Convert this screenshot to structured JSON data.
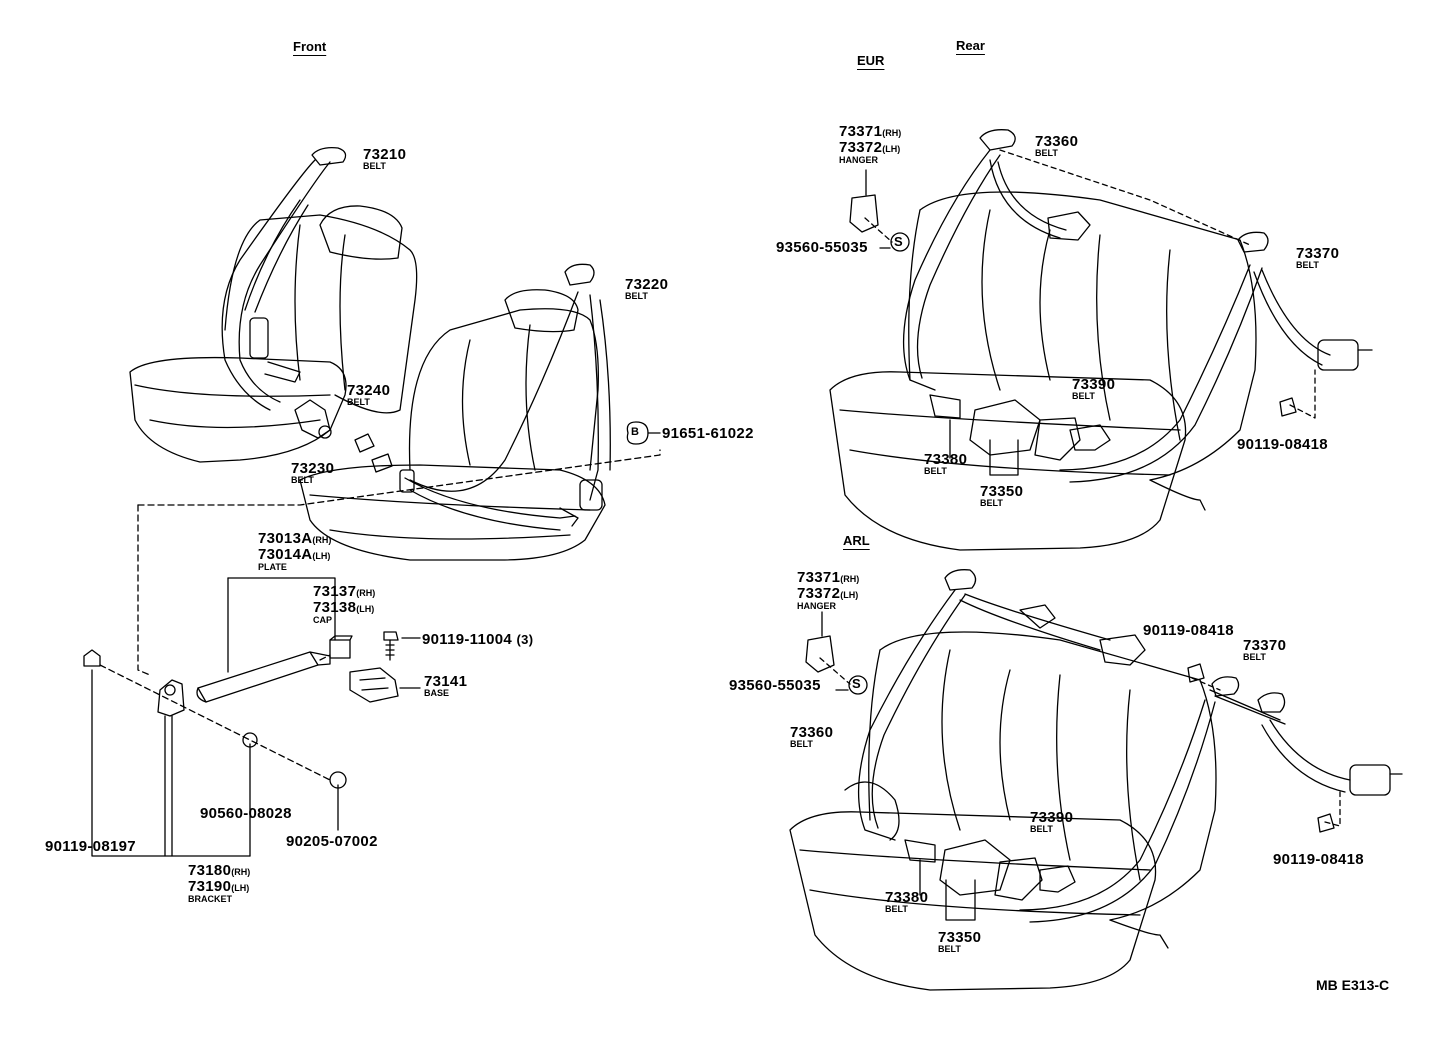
{
  "headers": {
    "front": "Front",
    "rear": "Rear",
    "eur": "EUR",
    "arl": "ARL"
  },
  "front": {
    "p73210": {
      "num": "73210",
      "name": "BELT"
    },
    "p73220": {
      "num": "73220",
      "name": "BELT"
    },
    "p73240": {
      "num": "73240",
      "name": "BELT"
    },
    "p73230": {
      "num": "73230",
      "name": "BELT"
    },
    "p91651": {
      "mark": "B",
      "num": "91651-61022"
    },
    "plate": {
      "num1": "73013A",
      "side1": "(RH)",
      "num2": "73014A",
      "side2": "(LH)",
      "name": "PLATE"
    },
    "cap": {
      "num1": "73137",
      "side1": "(RH)",
      "num2": "73138",
      "side2": "(LH)",
      "name": "CAP"
    },
    "bolt": {
      "num": "90119-11004",
      "qty": "(3)"
    },
    "base": {
      "num": "73141",
      "name": "BASE"
    },
    "p90560": {
      "num": "90560-08028"
    },
    "p90205": {
      "num": "90205-07002"
    },
    "p90119a": {
      "num": "90119-08197"
    },
    "bracket": {
      "num1": "73180",
      "side1": "(RH)",
      "num2": "73190",
      "side2": "(LH)",
      "name": "BRACKET"
    }
  },
  "eur": {
    "hanger": {
      "num1": "73371",
      "side1": "(RH)",
      "num2": "73372",
      "side2": "(LH)",
      "name": "HANGER"
    },
    "screw": {
      "num": "93560-55035",
      "mark": "S"
    },
    "p73360": {
      "num": "73360",
      "name": "BELT"
    },
    "p73370": {
      "num": "73370",
      "name": "BELT"
    },
    "p73390": {
      "num": "73390",
      "name": "BELT"
    },
    "p73380": {
      "num": "73380",
      "name": "BELT"
    },
    "p73350": {
      "num": "73350",
      "name": "BELT"
    },
    "p90119": {
      "num": "90119-08418"
    }
  },
  "arl": {
    "hanger": {
      "num1": "73371",
      "side1": "(RH)",
      "num2": "73372",
      "side2": "(LH)",
      "name": "HANGER"
    },
    "screw": {
      "num": "93560-55035",
      "mark": "S"
    },
    "p90119top": {
      "num": "90119-08418"
    },
    "p73370": {
      "num": "73370",
      "name": "BELT"
    },
    "p73360": {
      "num": "73360",
      "name": "BELT"
    },
    "p73390": {
      "num": "73390",
      "name": "BELT"
    },
    "p73380": {
      "num": "73380",
      "name": "BELT"
    },
    "p73350": {
      "num": "73350",
      "name": "BELT"
    },
    "p90119bot": {
      "num": "90119-08418"
    }
  },
  "code": "MB E313-C"
}
